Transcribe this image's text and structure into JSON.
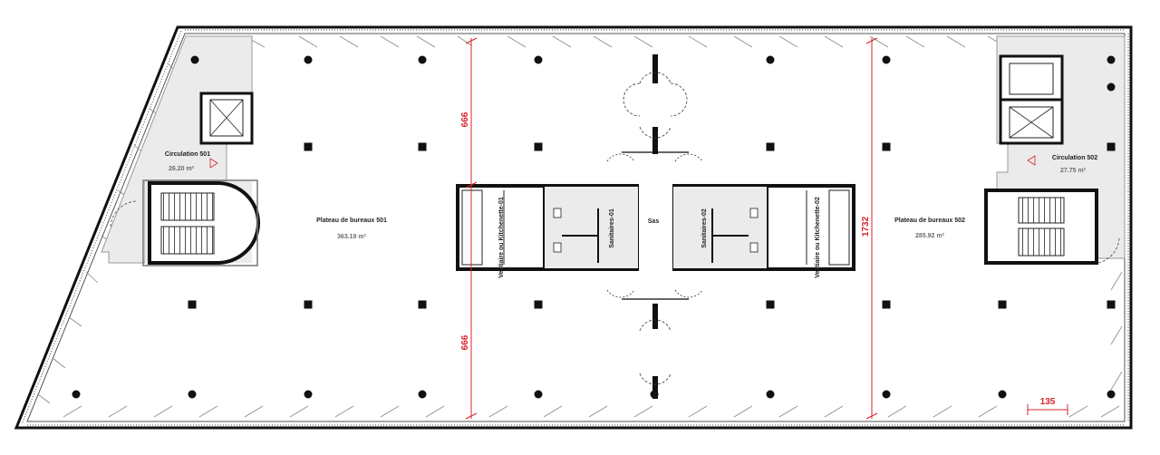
{
  "rooms": {
    "plateau_501": {
      "name": "Plateau de bureaux 501",
      "area": "363.19 m²"
    },
    "plateau_502": {
      "name": "Plateau de bureaux 502",
      "area": "285.92 m²"
    },
    "circulation_501": {
      "name": "Circulation 501",
      "area": "26.20 m²"
    },
    "circulation_502": {
      "name": "Circulation 502",
      "area": "27.75 m²"
    },
    "sanitaires_01": {
      "name": "Sanitaires-01"
    },
    "sanitaires_02": {
      "name": "Sanitaires-02"
    },
    "sas": {
      "name": "Sas"
    },
    "vestiaire_left": {
      "name": "Vestiaire ou Kitchenette-01"
    },
    "vestiaire_right": {
      "name": "Vestiaire ou Kitchenette-02"
    }
  },
  "dimensions": {
    "upper_left": "666",
    "lower_left": "666",
    "right_total": "1732",
    "facade_module": "135"
  },
  "colors": {
    "wall": "#111111",
    "dimension": "#d8232a",
    "core_fill": "#ebebeb",
    "facade": "#444444"
  }
}
